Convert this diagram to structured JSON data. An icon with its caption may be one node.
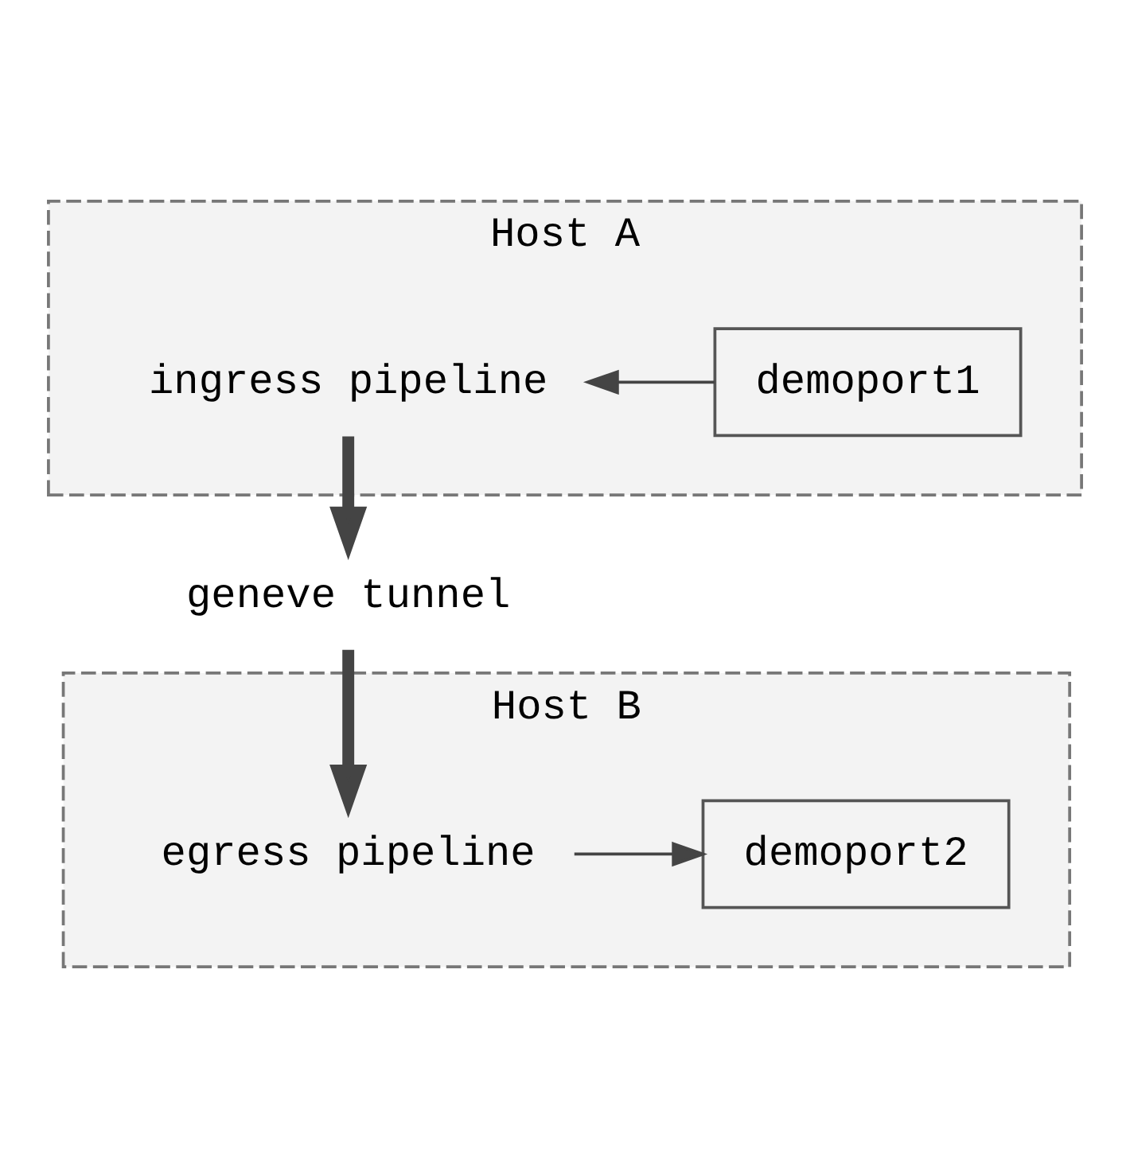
{
  "diagram": {
    "nodes": [
      {
        "text": [
          "Host A"
        ]
      },
      {
        "text": [
          "demoport1"
        ],
        "in": 0
      },
      {
        "text": [
          "ingress pipeline"
        ],
        "in": 0
      },
      {
        "text": [
          "geneve tunnel"
        ]
      },
      {
        "text": [
          "Host B"
        ]
      },
      {
        "text": [
          "demoport2"
        ],
        "in": 4
      },
      {
        "text": [
          "egress pipeline"
        ],
        "in": 4
      }
    ],
    "edges": [
      {
        "from": 1,
        "to": 2,
        "arrow": "to"
      },
      {
        "from": 2,
        "to": 3,
        "arrow": "to",
        "style": "thick"
      },
      {
        "from": 3,
        "to": 6,
        "arrow": "to",
        "style": "thick"
      },
      {
        "from": 6,
        "to": 5,
        "arrow": "to"
      }
    ]
  }
}
